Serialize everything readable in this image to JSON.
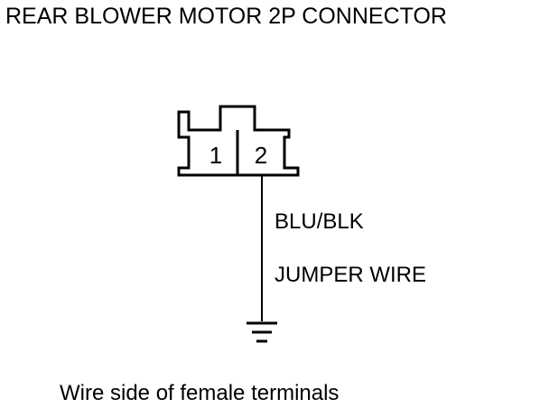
{
  "diagram": {
    "title": "REAR BLOWER MOTOR 2P CONNECTOR",
    "connector": {
      "pins": [
        "1",
        "2"
      ]
    },
    "wire": {
      "color_code": "BLU/BLK",
      "note": "JUMPER WIRE"
    },
    "ground_symbol": "ground-icon",
    "caption": "Wire side of female terminals",
    "colors": {
      "line": "#000000",
      "background": "#ffffff"
    }
  }
}
